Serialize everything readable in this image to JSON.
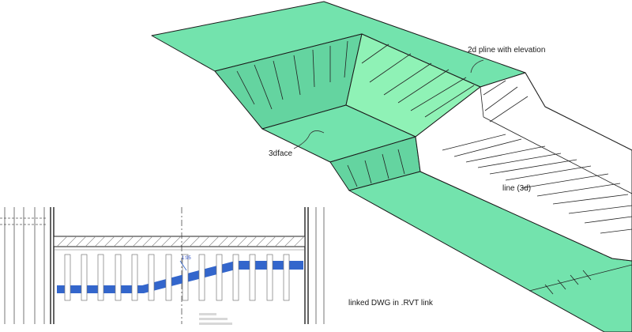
{
  "annotations": {
    "pline_label": "2d pline with elevation",
    "face_label": "3dface",
    "line_label": "line (3d)",
    "linked_label": "linked DWG in .RVT link"
  },
  "section": {
    "slope_text": "1:95"
  },
  "colors": {
    "surface_green": "#73e3ad",
    "surface_green_dark": "#64d4a0",
    "surface_green_light": "#8ff2b6",
    "edge": "#1a1a1a",
    "section_blue": "#3366cc",
    "hatch": "#9a9a9a"
  }
}
